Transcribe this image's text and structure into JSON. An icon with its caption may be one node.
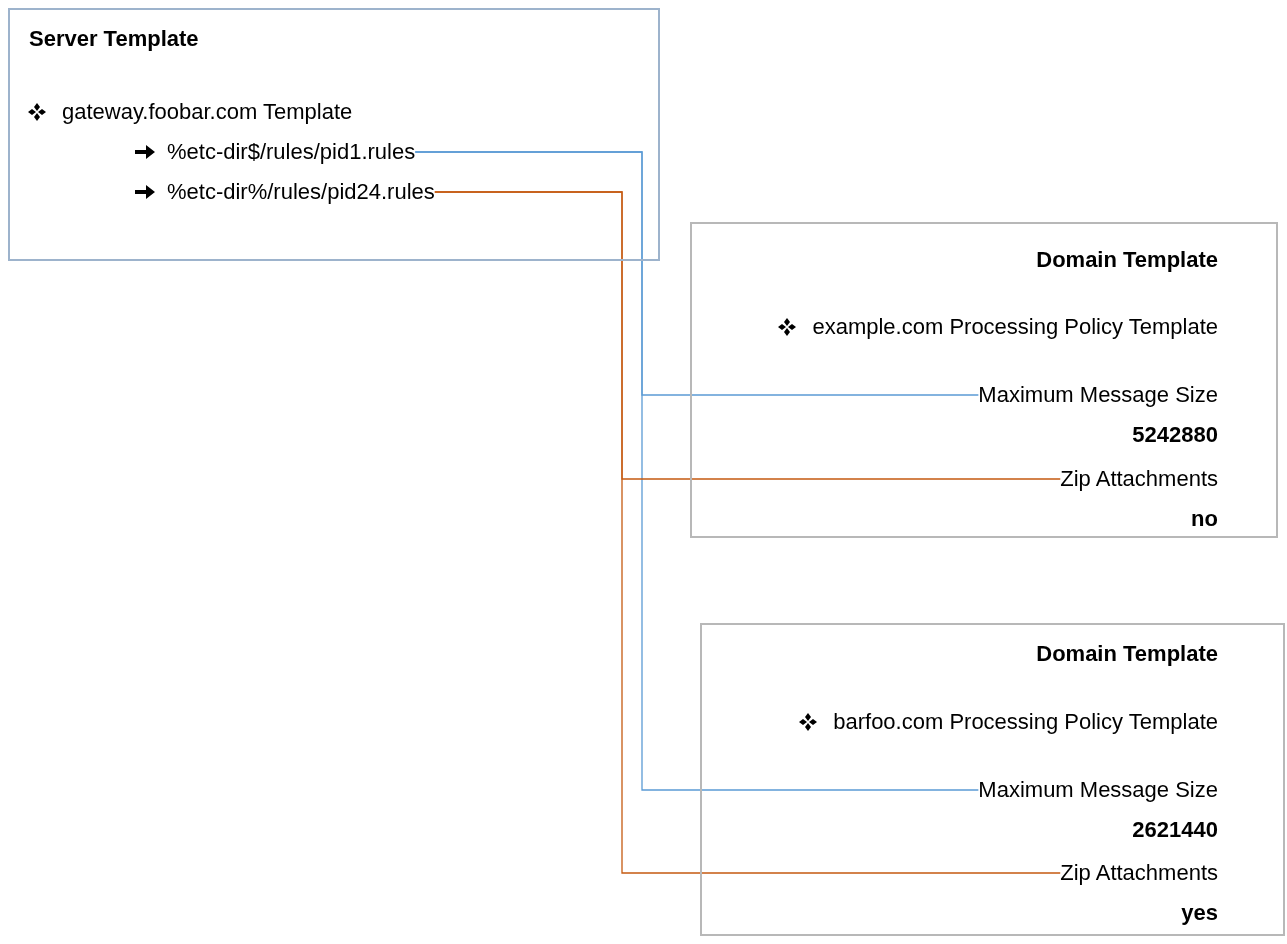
{
  "diagram": {
    "nodes": [
      {
        "text": [
          "Server Template",
          "gateway.foobar.com Template"
        ]
      },
      {
        "text": [
          "%etc-dir$/rules/pid1.rules"
        ],
        "in": 0
      },
      {
        "text": [
          "%etc-dir%/rules/pid24.rules"
        ],
        "in": 0
      },
      {
        "text": [
          "Domain Template",
          "example.com Processing Policy Template"
        ]
      },
      {
        "text": [
          "Maximum Message Size",
          "5242880"
        ],
        "in": 3
      },
      {
        "text": [
          "Zip Attachments",
          "no"
        ],
        "in": 3
      },
      {
        "text": [
          "Domain Template",
          "barfoo.com Processing Policy Template"
        ]
      },
      {
        "text": [
          "Maximum Message Size",
          "2621440"
        ],
        "in": 6
      },
      {
        "text": [
          "Zip Attachments",
          "yes"
        ],
        "in": 6
      }
    ],
    "edges": [
      {
        "from": 1,
        "to": 4,
        "arrow": "none",
        "color": "#5b9bd5"
      },
      {
        "from": 1,
        "to": 7,
        "arrow": "none",
        "color": "#5b9bd5"
      },
      {
        "from": 2,
        "to": 5,
        "arrow": "none",
        "color": "#c55a11"
      },
      {
        "from": 2,
        "to": 8,
        "arrow": "none",
        "color": "#c55a11"
      }
    ]
  }
}
